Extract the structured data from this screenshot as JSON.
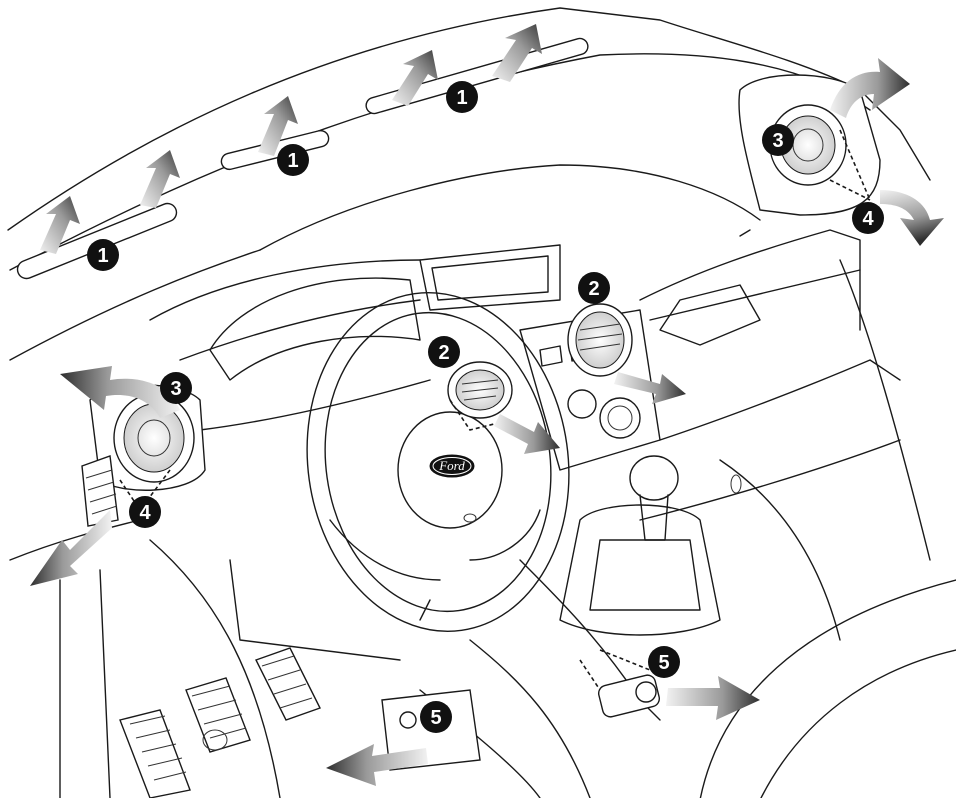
{
  "logo": {
    "text": "Ford"
  },
  "badges": [
    {
      "id": "badge-1-left",
      "label": "1"
    },
    {
      "id": "badge-1-center",
      "label": "1"
    },
    {
      "id": "badge-1-right",
      "label": "1"
    },
    {
      "id": "badge-2-center",
      "label": "2"
    },
    {
      "id": "badge-2-steering",
      "label": "2"
    },
    {
      "id": "badge-3-right",
      "label": "3"
    },
    {
      "id": "badge-3-left",
      "label": "3"
    },
    {
      "id": "badge-4-right",
      "label": "4"
    },
    {
      "id": "badge-4-left",
      "label": "4"
    },
    {
      "id": "badge-5-console",
      "label": "5"
    },
    {
      "id": "badge-5-footwell",
      "label": "5"
    }
  ],
  "colors": {
    "line": "#1a1a1a",
    "arrow_light": "#e6e6e6",
    "arrow_dark": "#3a3a3a",
    "badge": "#111111"
  }
}
